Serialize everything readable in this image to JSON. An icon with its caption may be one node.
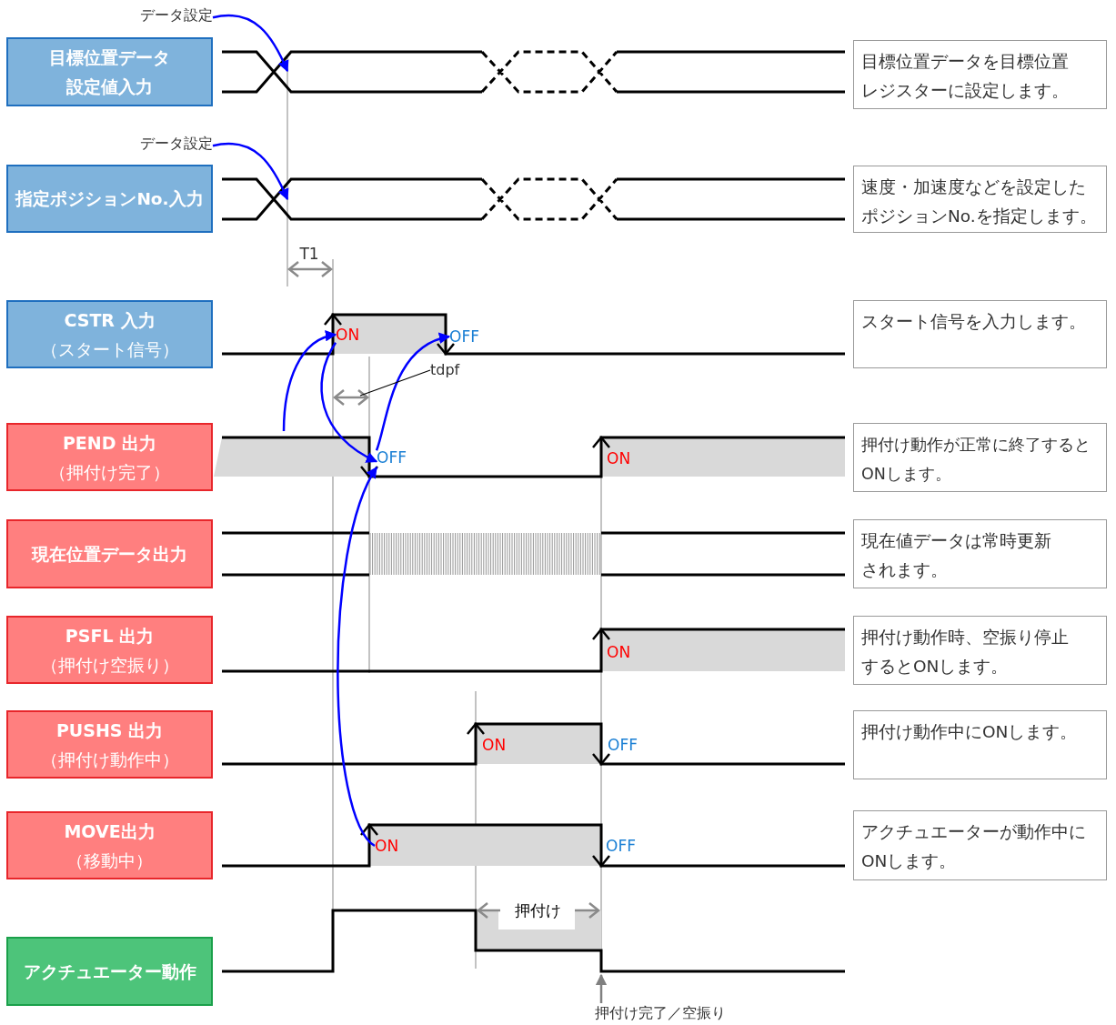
{
  "diagram": {
    "nodes": [
      {
        "text": [
          "目標位置データ設定値入力"
        ]
      },
      {
        "text": [
          "指定ポジションNo.入力"
        ]
      },
      {
        "text": [
          "CSTR 入力",
          "（スタート信号）"
        ]
      },
      {
        "text": [
          "PEND 出力",
          "（押付け完了）"
        ]
      },
      {
        "text": [
          "現在位置データ出力"
        ]
      },
      {
        "text": [
          "PSFL 出力",
          "（押付け空振り）"
        ]
      },
      {
        "text": [
          "PUSHS 出力",
          "（押付け動作中）"
        ]
      },
      {
        "text": [
          "MOVE出力",
          "（移動中）"
        ]
      },
      {
        "text": [
          "アクチュエーター動作"
        ]
      },
      {
        "text": [
          "目標位置データを目標位置レジスターに設定します。"
        ]
      },
      {
        "text": [
          "速度・加速度などを設定したポジションNo.を指定します。"
        ]
      },
      {
        "text": [
          "スタート信号を入力します。"
        ]
      },
      {
        "text": [
          "押付け動作が正常に終了するとONします。"
        ]
      },
      {
        "text": [
          "現在値データは常時更新されます。"
        ]
      },
      {
        "text": [
          "押付け動作時、空振り停止するとONします。"
        ]
      },
      {
        "text": [
          "押付け動作中にONします。"
        ]
      },
      {
        "text": [
          "アクチュエーターが動作中にONします。"
        ]
      },
      {
        "text": [
          "データ設定"
        ]
      },
      {
        "text": [
          "データ設定"
        ]
      },
      {
        "text": [
          "ON"
        ]
      },
      {
        "text": [
          "OFF"
        ]
      },
      {
        "text": [
          "OFF"
        ]
      },
      {
        "text": [
          "ON"
        ]
      },
      {
        "text": [
          "tdpf"
        ]
      },
      {
        "text": [
          "押付け完了／空振り"
        ]
      }
    ],
    "edges": [
      {
        "from": 17,
        "to": null,
        "arrow": "to"
      },
      {
        "from": 18,
        "to": null,
        "arrow": "to"
      },
      {
        "from": null,
        "to": 19,
        "arrow": "to"
      },
      {
        "from": 19,
        "to": 21,
        "arrow": "to"
      },
      {
        "from": 21,
        "to": 20,
        "arrow": "to"
      },
      {
        "from": 22,
        "to": 21,
        "arrow": "to"
      },
      {
        "from": 23,
        "to": null,
        "arrow": "none",
        "color": "#000000"
      },
      {
        "from": 24,
        "to": null,
        "arrow": "to",
        "color": "#808080"
      }
    ],
    "labels": [
      "T1",
      "ON",
      "ON",
      "ON",
      "OFF",
      "OFF",
      "押付け"
    ]
  }
}
